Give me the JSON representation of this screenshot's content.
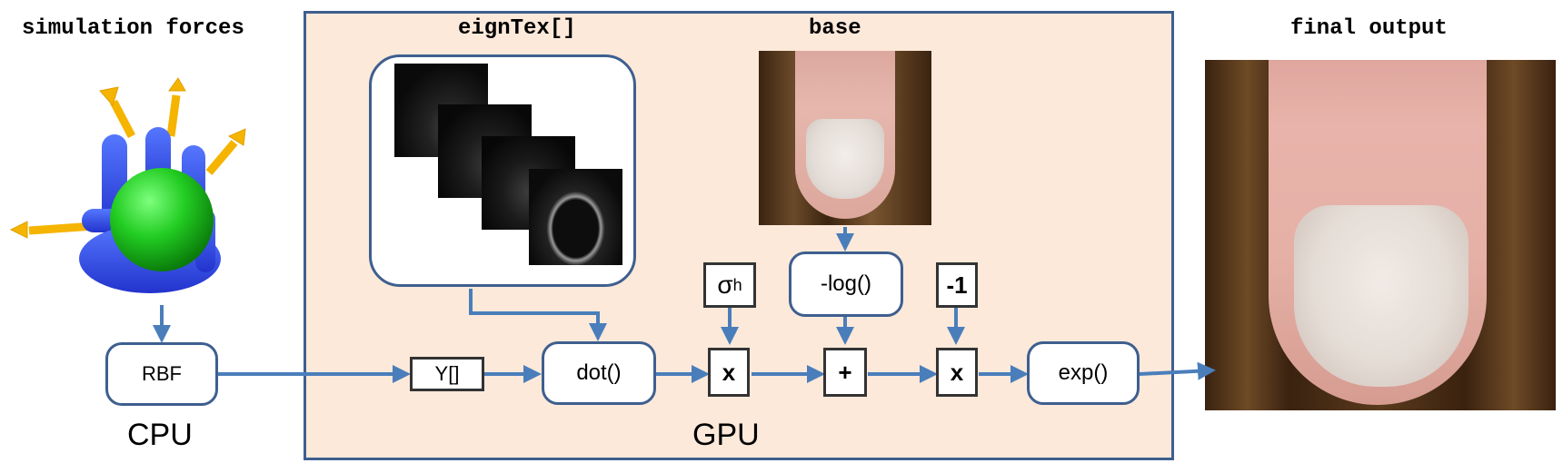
{
  "titles": {
    "simulation_forces": "simulation forces",
    "eign_tex": "eignTex[]",
    "base": "base",
    "final_output": "final output"
  },
  "labels": {
    "cpu": "CPU",
    "gpu": "GPU"
  },
  "nodes": {
    "rbf": "RBF",
    "gamma": "Y[]",
    "dot": "dot()",
    "sigma": "σ",
    "sigma_sub": "h",
    "mult1": "x",
    "neg_log": "-log()",
    "plus": "+",
    "neg_one": "-1",
    "mult2": "x",
    "exp": "exp()"
  },
  "colors": {
    "arrow": "#4a7ebb",
    "box_border": "#3e5f8f",
    "gpu_fill": "#fde9da",
    "ball": "#22cc22",
    "hand": "#3355ee",
    "force_arrow": "#f5b400"
  }
}
